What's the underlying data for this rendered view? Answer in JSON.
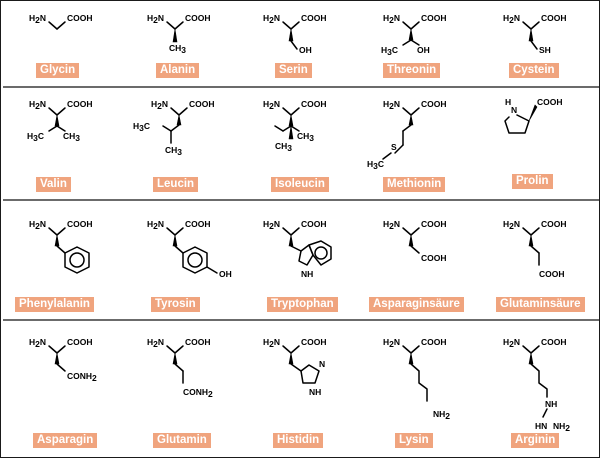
{
  "atoms": {
    "nh2": "H2N",
    "cooh": "COOH",
    "ch3": "CH3",
    "oh": "OH",
    "sh": "SH",
    "h3c": "H3C",
    "s": "S",
    "h": "H",
    "n": "N",
    "nh": "NH",
    "conh2": "CONH2",
    "hn": "HN",
    "nh2_tail": "NH2"
  },
  "amino_acids": [
    {
      "id": "glycin",
      "name": "Glycin"
    },
    {
      "id": "alanin",
      "name": "Alanin"
    },
    {
      "id": "serin",
      "name": "Serin"
    },
    {
      "id": "threonin",
      "name": "Threonin"
    },
    {
      "id": "cystein",
      "name": "Cystein"
    },
    {
      "id": "valin",
      "name": "Valin"
    },
    {
      "id": "leucin",
      "name": "Leucin"
    },
    {
      "id": "isoleucin",
      "name": "Isoleucin"
    },
    {
      "id": "methionin",
      "name": "Methionin"
    },
    {
      "id": "prolin",
      "name": "Prolin"
    },
    {
      "id": "phenylalanin",
      "name": "Phenylalanin"
    },
    {
      "id": "tyrosin",
      "name": "Tyrosin"
    },
    {
      "id": "tryptophan",
      "name": "Tryptophan"
    },
    {
      "id": "asparaginsaeure",
      "name": "Asparaginsäure"
    },
    {
      "id": "glutaminsaeure",
      "name": "Glutaminsäure"
    },
    {
      "id": "asparagin",
      "name": "Asparagin"
    },
    {
      "id": "glutamin",
      "name": "Glutamin"
    },
    {
      "id": "histidin",
      "name": "Histidin"
    },
    {
      "id": "lysin",
      "name": "Lysin"
    },
    {
      "id": "arginin",
      "name": "Arginin"
    }
  ],
  "colors": {
    "label_background": "#f0a47e",
    "label_text": "#ffffff",
    "divider": "#6b6b6b",
    "bond": "#000000"
  }
}
